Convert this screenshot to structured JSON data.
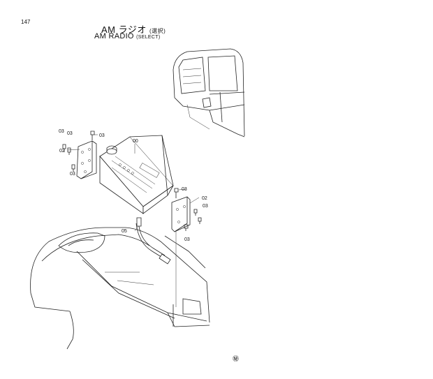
{
  "page": {
    "number": "147",
    "footer_mark": "㊙"
  },
  "title": {
    "jp_main": "AM ラジオ",
    "jp_sub": "(選択)",
    "en_main": "AM RADIO",
    "en_sub": "(SELECT)"
  },
  "callouts": {
    "radio": "00",
    "bracket_left": "02",
    "bracket_right": "02",
    "bolt_a": "03",
    "bolt_b": "03",
    "bolt_c": "03",
    "bolt_d": "03",
    "bolt_e": "03",
    "bolt_f": "03",
    "bolt_g": "03",
    "antenna_cable": "05"
  }
}
